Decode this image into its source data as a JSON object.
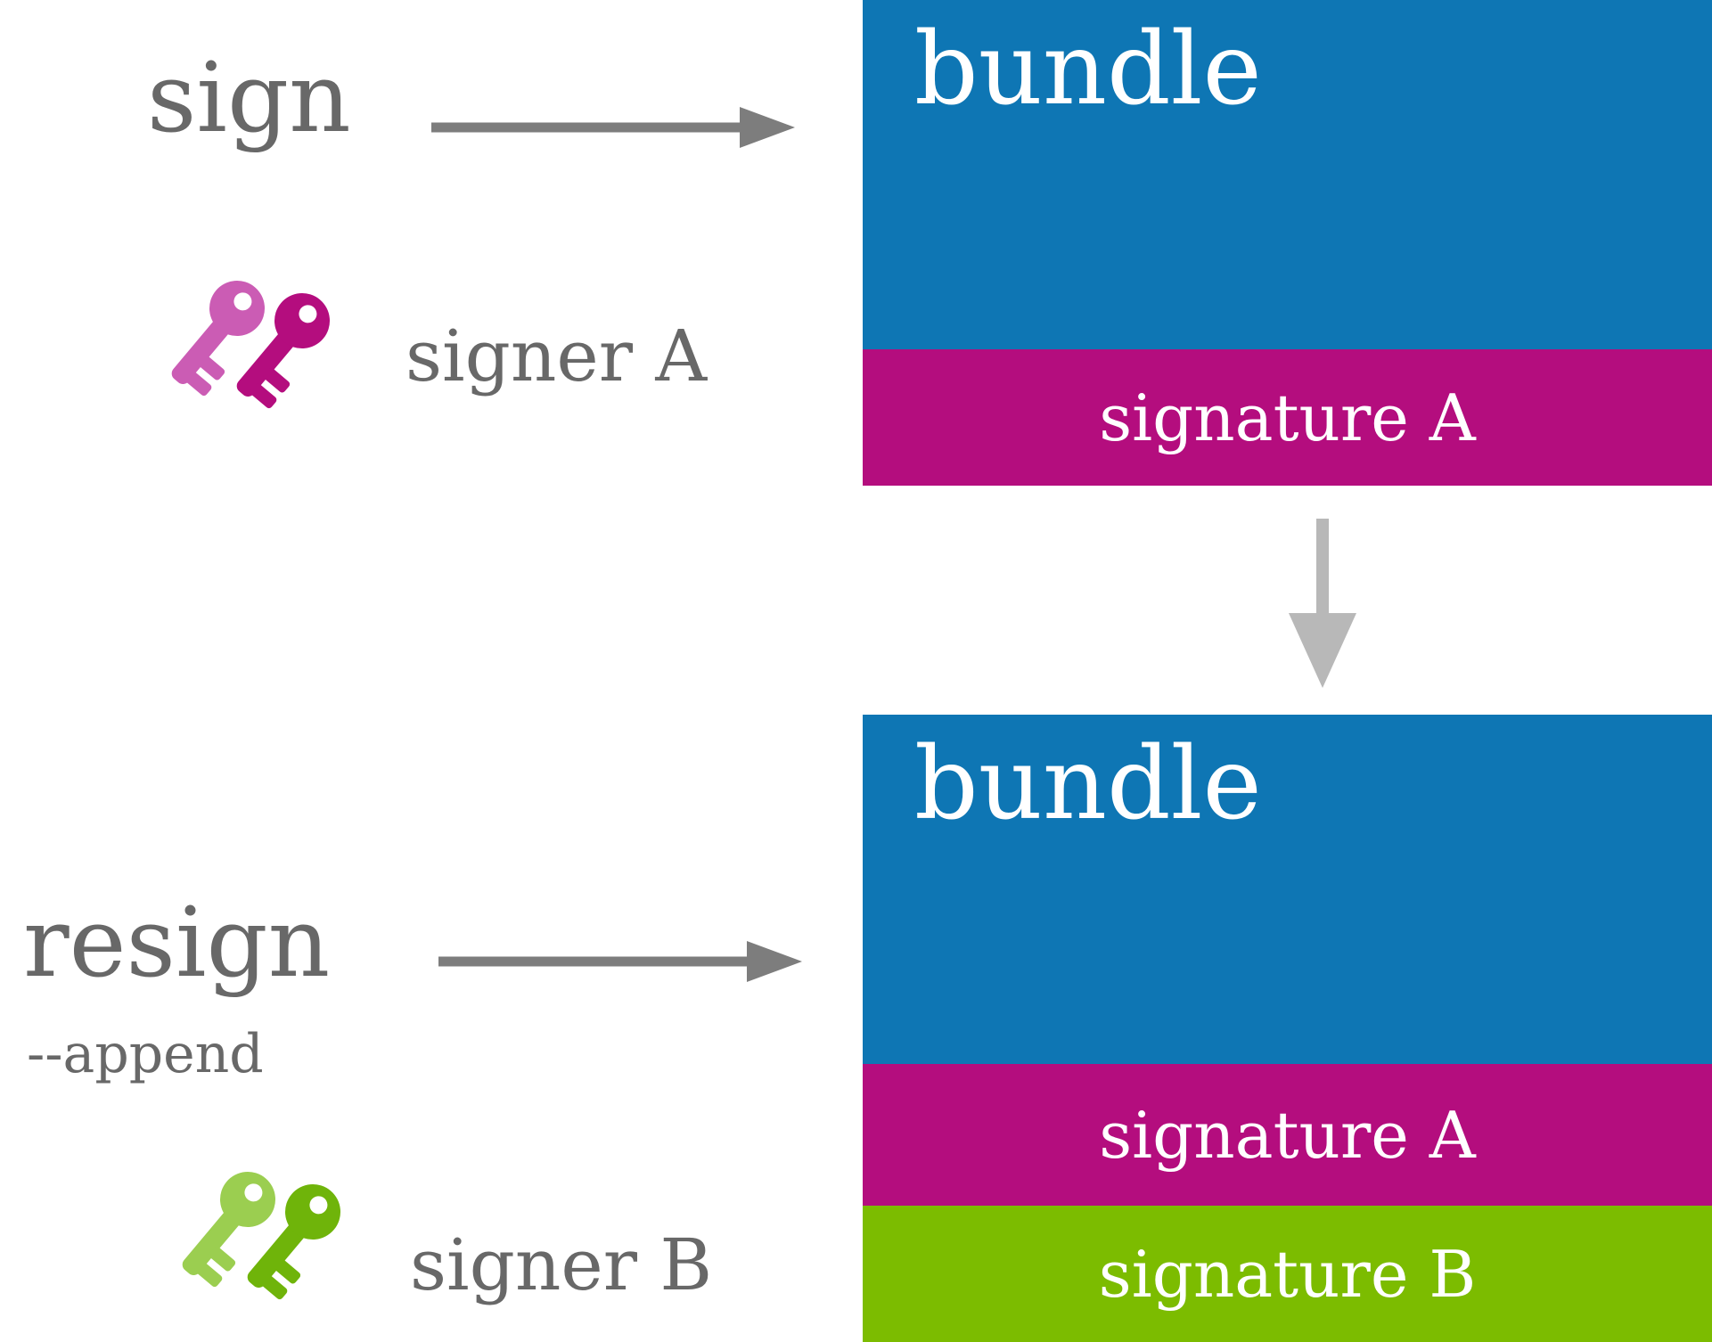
{
  "colors": {
    "blue": "#0e76b4",
    "magenta": "#b40d7e",
    "magenta_light": "#cb5cb4",
    "green": "#7cbc00",
    "green_front": "#6fb40a",
    "green_light": "#9bce50",
    "text_gray": "#686868",
    "arrow_gray": "#7d7d7d",
    "down_arrow_gray": "#b8b8b8",
    "white": "#ffffff"
  },
  "top_flow": {
    "action_label": "sign",
    "signer_label": "signer A",
    "keys_icon": "keys-icon-magenta",
    "bundle": {
      "title": "bundle",
      "signatures": [
        {
          "label": "signature A",
          "color": "#b40d7e"
        }
      ]
    }
  },
  "bottom_flow": {
    "action_label": "resign",
    "action_flag": "--append",
    "signer_label": "signer B",
    "keys_icon": "keys-icon-green",
    "bundle": {
      "title": "bundle",
      "signatures": [
        {
          "label": "signature A",
          "color": "#b40d7e"
        },
        {
          "label": "signature B",
          "color": "#7cbc00"
        }
      ]
    }
  }
}
